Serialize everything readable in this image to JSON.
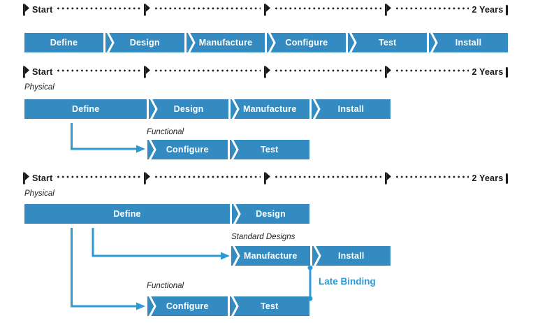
{
  "colors": {
    "phase_box_blue": "#348BC2",
    "connector_blue": "#2D9AD4",
    "text_black": "#1A1A1A"
  },
  "timelines": [
    {
      "start_label": "Start",
      "end_label": "2 Years"
    },
    {
      "start_label": "Start",
      "end_label": "2 Years"
    },
    {
      "start_label": "Start",
      "end_label": "2 Years"
    }
  ],
  "sections": [
    {
      "rows": [
        {
          "boxes": [
            "Define",
            "Design",
            "Manufacture",
            "Configure",
            "Test",
            "Install"
          ]
        }
      ]
    },
    {
      "rows": [
        {
          "label": "Physical",
          "boxes": [
            "Define",
            "Design",
            "Manufacture",
            "Install"
          ]
        },
        {
          "label": "Functional",
          "boxes": [
            "Configure",
            "Test"
          ]
        }
      ]
    },
    {
      "rows": [
        {
          "label": "Physical",
          "boxes": [
            "Define",
            "Design"
          ]
        },
        {
          "label": "Standard Designs",
          "boxes": [
            "Manufacture",
            "Install"
          ]
        },
        {
          "label": "Functional",
          "boxes": [
            "Configure",
            "Test"
          ]
        }
      ],
      "annotation_label": "Late Binding"
    }
  ]
}
